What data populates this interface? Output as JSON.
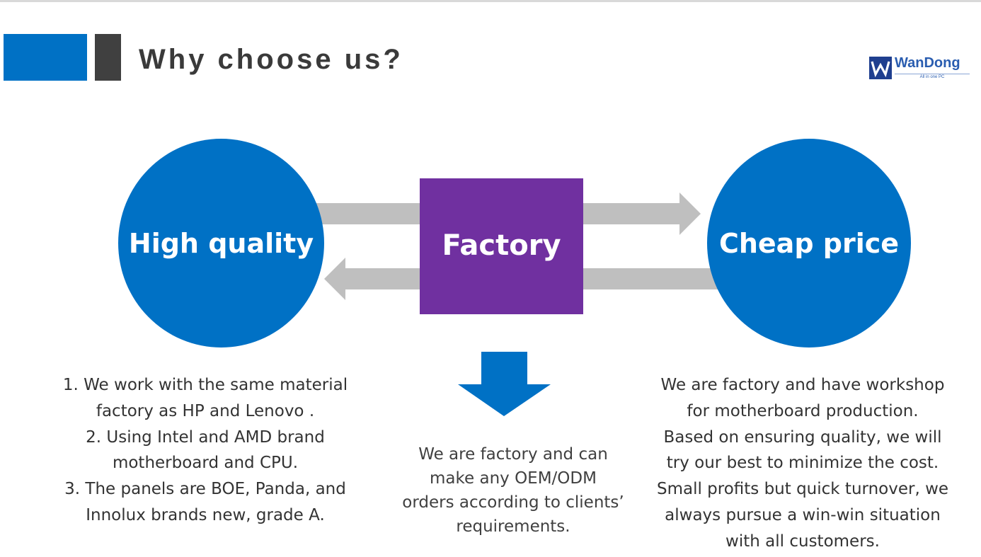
{
  "header": {
    "title": "Why choose us?",
    "accent_color": "#0071c5",
    "secondary_color": "#404040"
  },
  "logo": {
    "name": "WanDong",
    "tagline": "All in one PC",
    "icon": "wandong-logo-icon"
  },
  "diagram": {
    "left_circle": "High quality",
    "center_box": "Factory",
    "right_circle": "Cheap price",
    "circle_color": "#0071c5",
    "box_color": "#7030a0",
    "arrow_color": "#bfbfbf",
    "down_arrow_color": "#0071c5"
  },
  "left_text": [
    "1. We work with the same material",
    "factory as HP and Lenovo .",
    "2. Using Intel and AMD brand",
    "motherboard and CPU.",
    "3. The panels are BOE, Panda, and",
    "Innolux brands new, grade A."
  ],
  "middle_text": [
    "We are factory and can",
    "make any OEM/ODM",
    "orders according to clients’",
    "requirements."
  ],
  "right_text": [
    "We are factory and  have workshop",
    "for motherboard production.",
    "Based on ensuring quality, we will",
    "try our best to minimize the cost.",
    "Small profits but quick turnover, we",
    "always pursue a win-win situation",
    "with all customers."
  ]
}
